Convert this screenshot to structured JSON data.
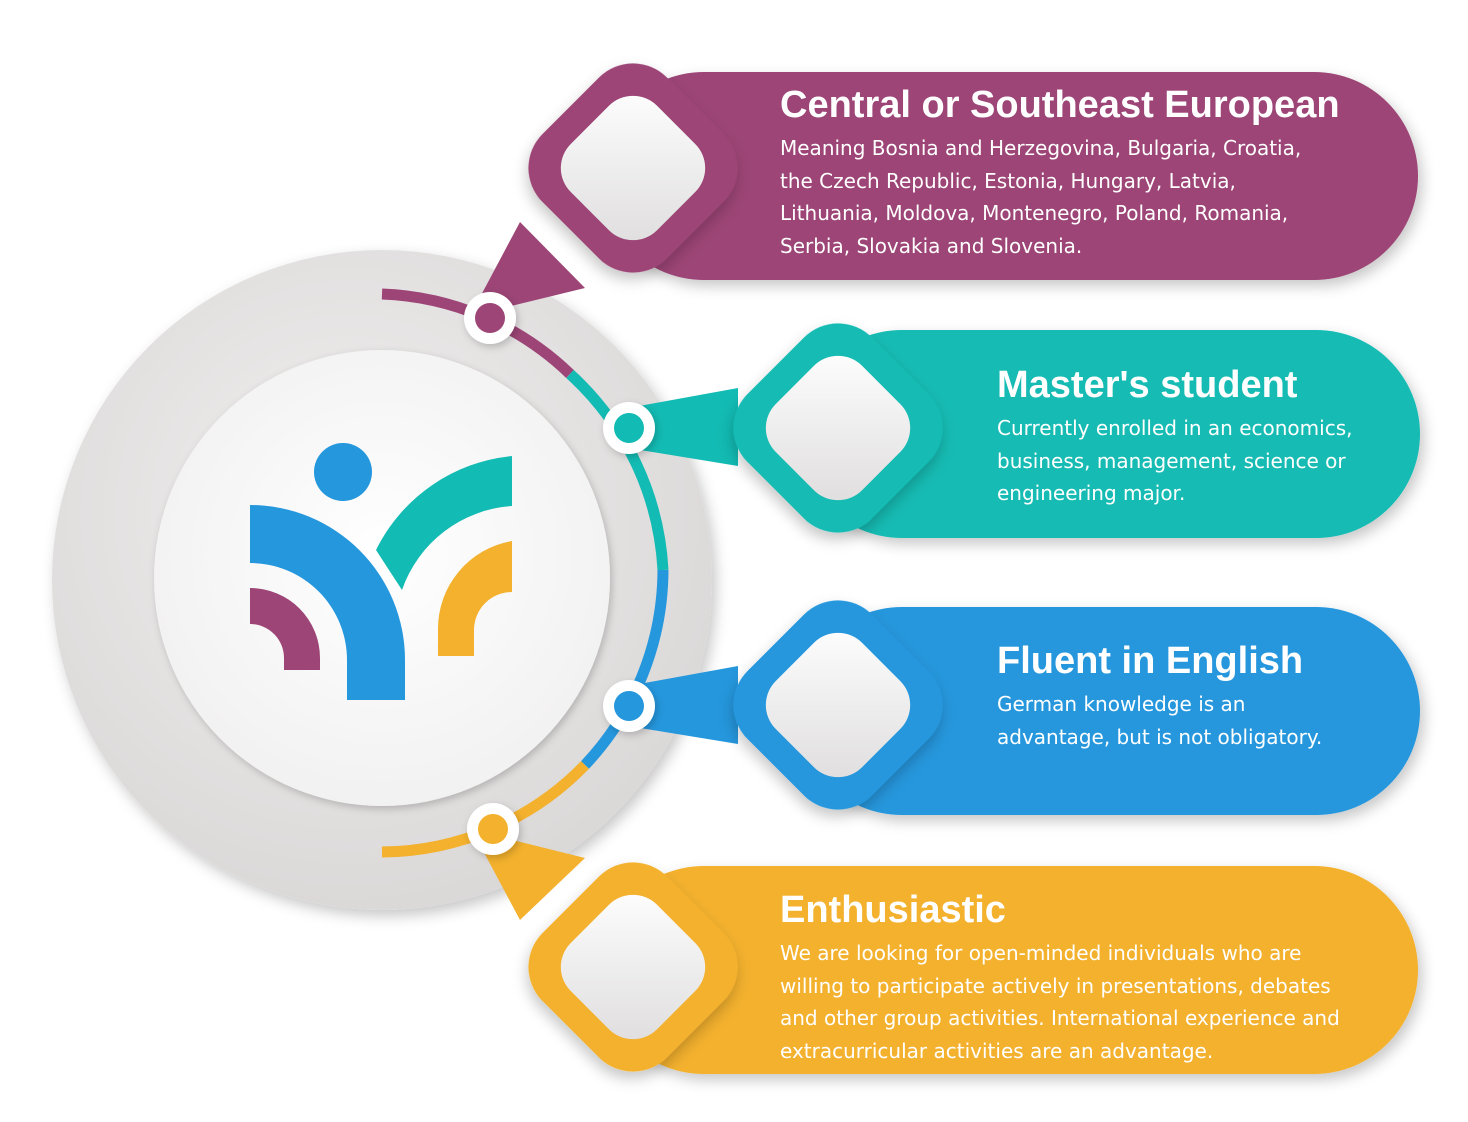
{
  "items": [
    {
      "title": "Central or Southeast European",
      "desc": "Meaning Bosnia and Herzegovina, Bulgaria, Croatia,\nthe Czech Republic, Estonia, Hungary, Latvia,\nLithuania, Moldova, Montenegro, Poland, Romania,\nSerbia, Slovakia and Slovenia.",
      "color": "#9c4576"
    },
    {
      "title": "Master's student",
      "desc": "Currently enrolled in an economics,\nbusiness, management, science or\nengineering major.",
      "color": "#12bbb3"
    },
    {
      "title": "Fluent in English",
      "desc": "German knowledge is an\nadvantage, but is not obligatory.",
      "color": "#2597dd"
    },
    {
      "title": "Enthusiastic",
      "desc": "We are looking for open-minded individuals who are\nwilling to participate actively in presentations, debates\nand other group activities. International experience and\nextracurricular activities are an advantage.",
      "color": "#f3b12d"
    }
  ],
  "logo": {
    "colors": [
      "#9c4576",
      "#2597dd",
      "#12bbb3",
      "#f3b12d"
    ]
  }
}
